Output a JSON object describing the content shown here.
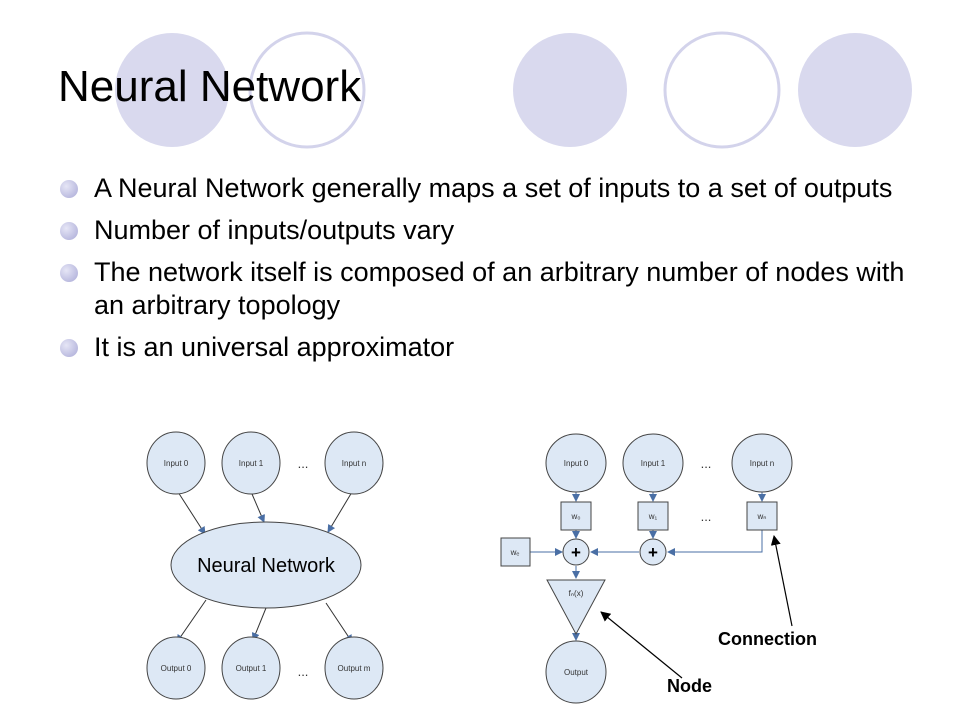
{
  "slide": {
    "title": "Neural Network",
    "bullets": [
      "A Neural Network generally maps a set of inputs to a set of outputs",
      "Number of inputs/outputs vary",
      "The network itself is composed of an arbitrary number of nodes with an arbitrary topology",
      "It is an universal approximator"
    ]
  },
  "colors": {
    "circle_fill": "#d9d9ee",
    "circle_stroke": "#d0d0ea",
    "node_fill": "#dde8f5",
    "node_stroke": "#444444",
    "arrow": "#4a6fa5",
    "bullet": "#b4b4dc"
  },
  "left_diagram": {
    "inputs": [
      "Input 0",
      "Input 1",
      "Input n"
    ],
    "ellipsis": "...",
    "network": "Neural Network",
    "outputs": [
      "Output 0",
      "Output 1",
      "Output m"
    ]
  },
  "right_diagram": {
    "inputs": [
      "Input 0",
      "Input 1",
      "Input n"
    ],
    "weights": [
      "w₀",
      "w₁",
      "wₙ"
    ],
    "bias": "wₑ",
    "plus": "+",
    "activation": "fₙ(x)",
    "output": "Output",
    "ellipsis": "...",
    "node_label": "Node",
    "connection_label": "Connection"
  }
}
